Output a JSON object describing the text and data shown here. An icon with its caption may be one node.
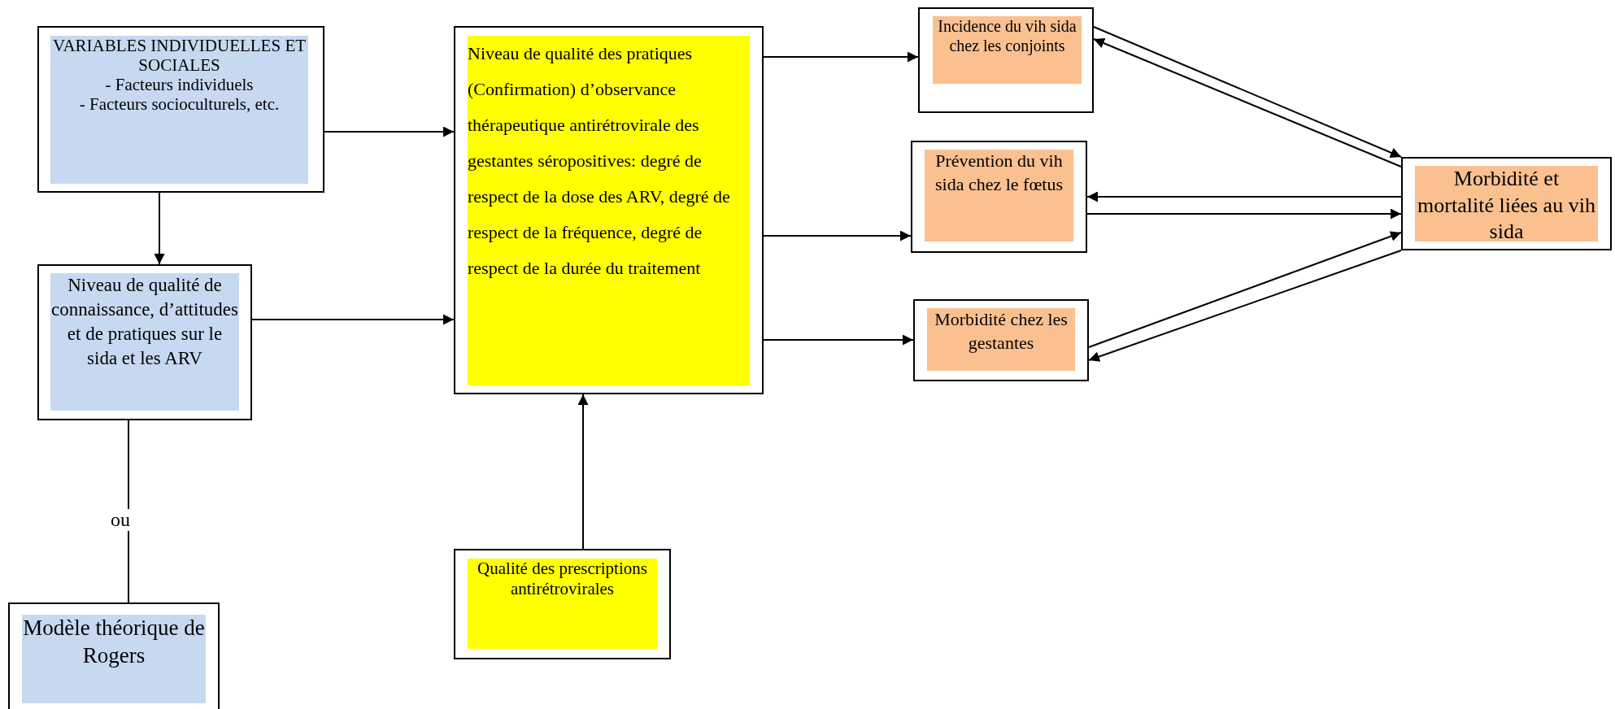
{
  "diagram": {
    "nodes": [
      {
        "text": [
          "VARIABLES INDIVIDUELLES ET SOCIALES",
          "- Facteurs individuels",
          "- Facteurs socioculturels, etc."
        ]
      },
      {
        "text": [
          "Niveau de qualité de connaissance, d’attitudes et de pratiques sur le sida et les ARV"
        ]
      },
      {
        "text": [
          "Modèle théorique de Rogers"
        ]
      },
      {
        "text": [
          "Niveau de qualité des pratiques (Confirmation) d’observance thérapeutique antirétrovirale des gestantes séropositives: degré de respect de la dose des ARV, degré de respect de la fréquence, degré de respect de la durée du traitement"
        ]
      },
      {
        "text": [
          "Qualité des prescriptions antirétrovirales"
        ]
      },
      {
        "text": [
          "Incidence du vih sida chez les conjoints"
        ]
      },
      {
        "text": [
          "Prévention du vih sida chez le fœtus"
        ]
      },
      {
        "text": [
          "Morbidité chez les gestantes"
        ]
      },
      {
        "text": [
          "Morbidité et mortalité liées au vih sida"
        ]
      }
    ],
    "edges": [
      {
        "from": 0,
        "to": 3,
        "arrow": "to"
      },
      {
        "from": 0,
        "to": 1,
        "arrow": "to"
      },
      {
        "from": 1,
        "to": 3,
        "arrow": "to"
      },
      {
        "from": 1,
        "to": 2,
        "arrow": "none",
        "label": "ou"
      },
      {
        "from": 4,
        "to": 3,
        "arrow": "to"
      },
      {
        "from": 3,
        "to": 5,
        "arrow": "to"
      },
      {
        "from": 3,
        "to": 6,
        "arrow": "to"
      },
      {
        "from": 3,
        "to": 7,
        "arrow": "to"
      },
      {
        "from": 5,
        "to": 8,
        "arrow": "to"
      },
      {
        "from": 8,
        "to": 5,
        "arrow": "to"
      },
      {
        "from": 8,
        "to": 6,
        "arrow": "to"
      },
      {
        "from": 6,
        "to": 8,
        "arrow": "to"
      },
      {
        "from": 7,
        "to": 8,
        "arrow": "to"
      },
      {
        "from": 8,
        "to": 7,
        "arrow": "to"
      }
    ]
  }
}
